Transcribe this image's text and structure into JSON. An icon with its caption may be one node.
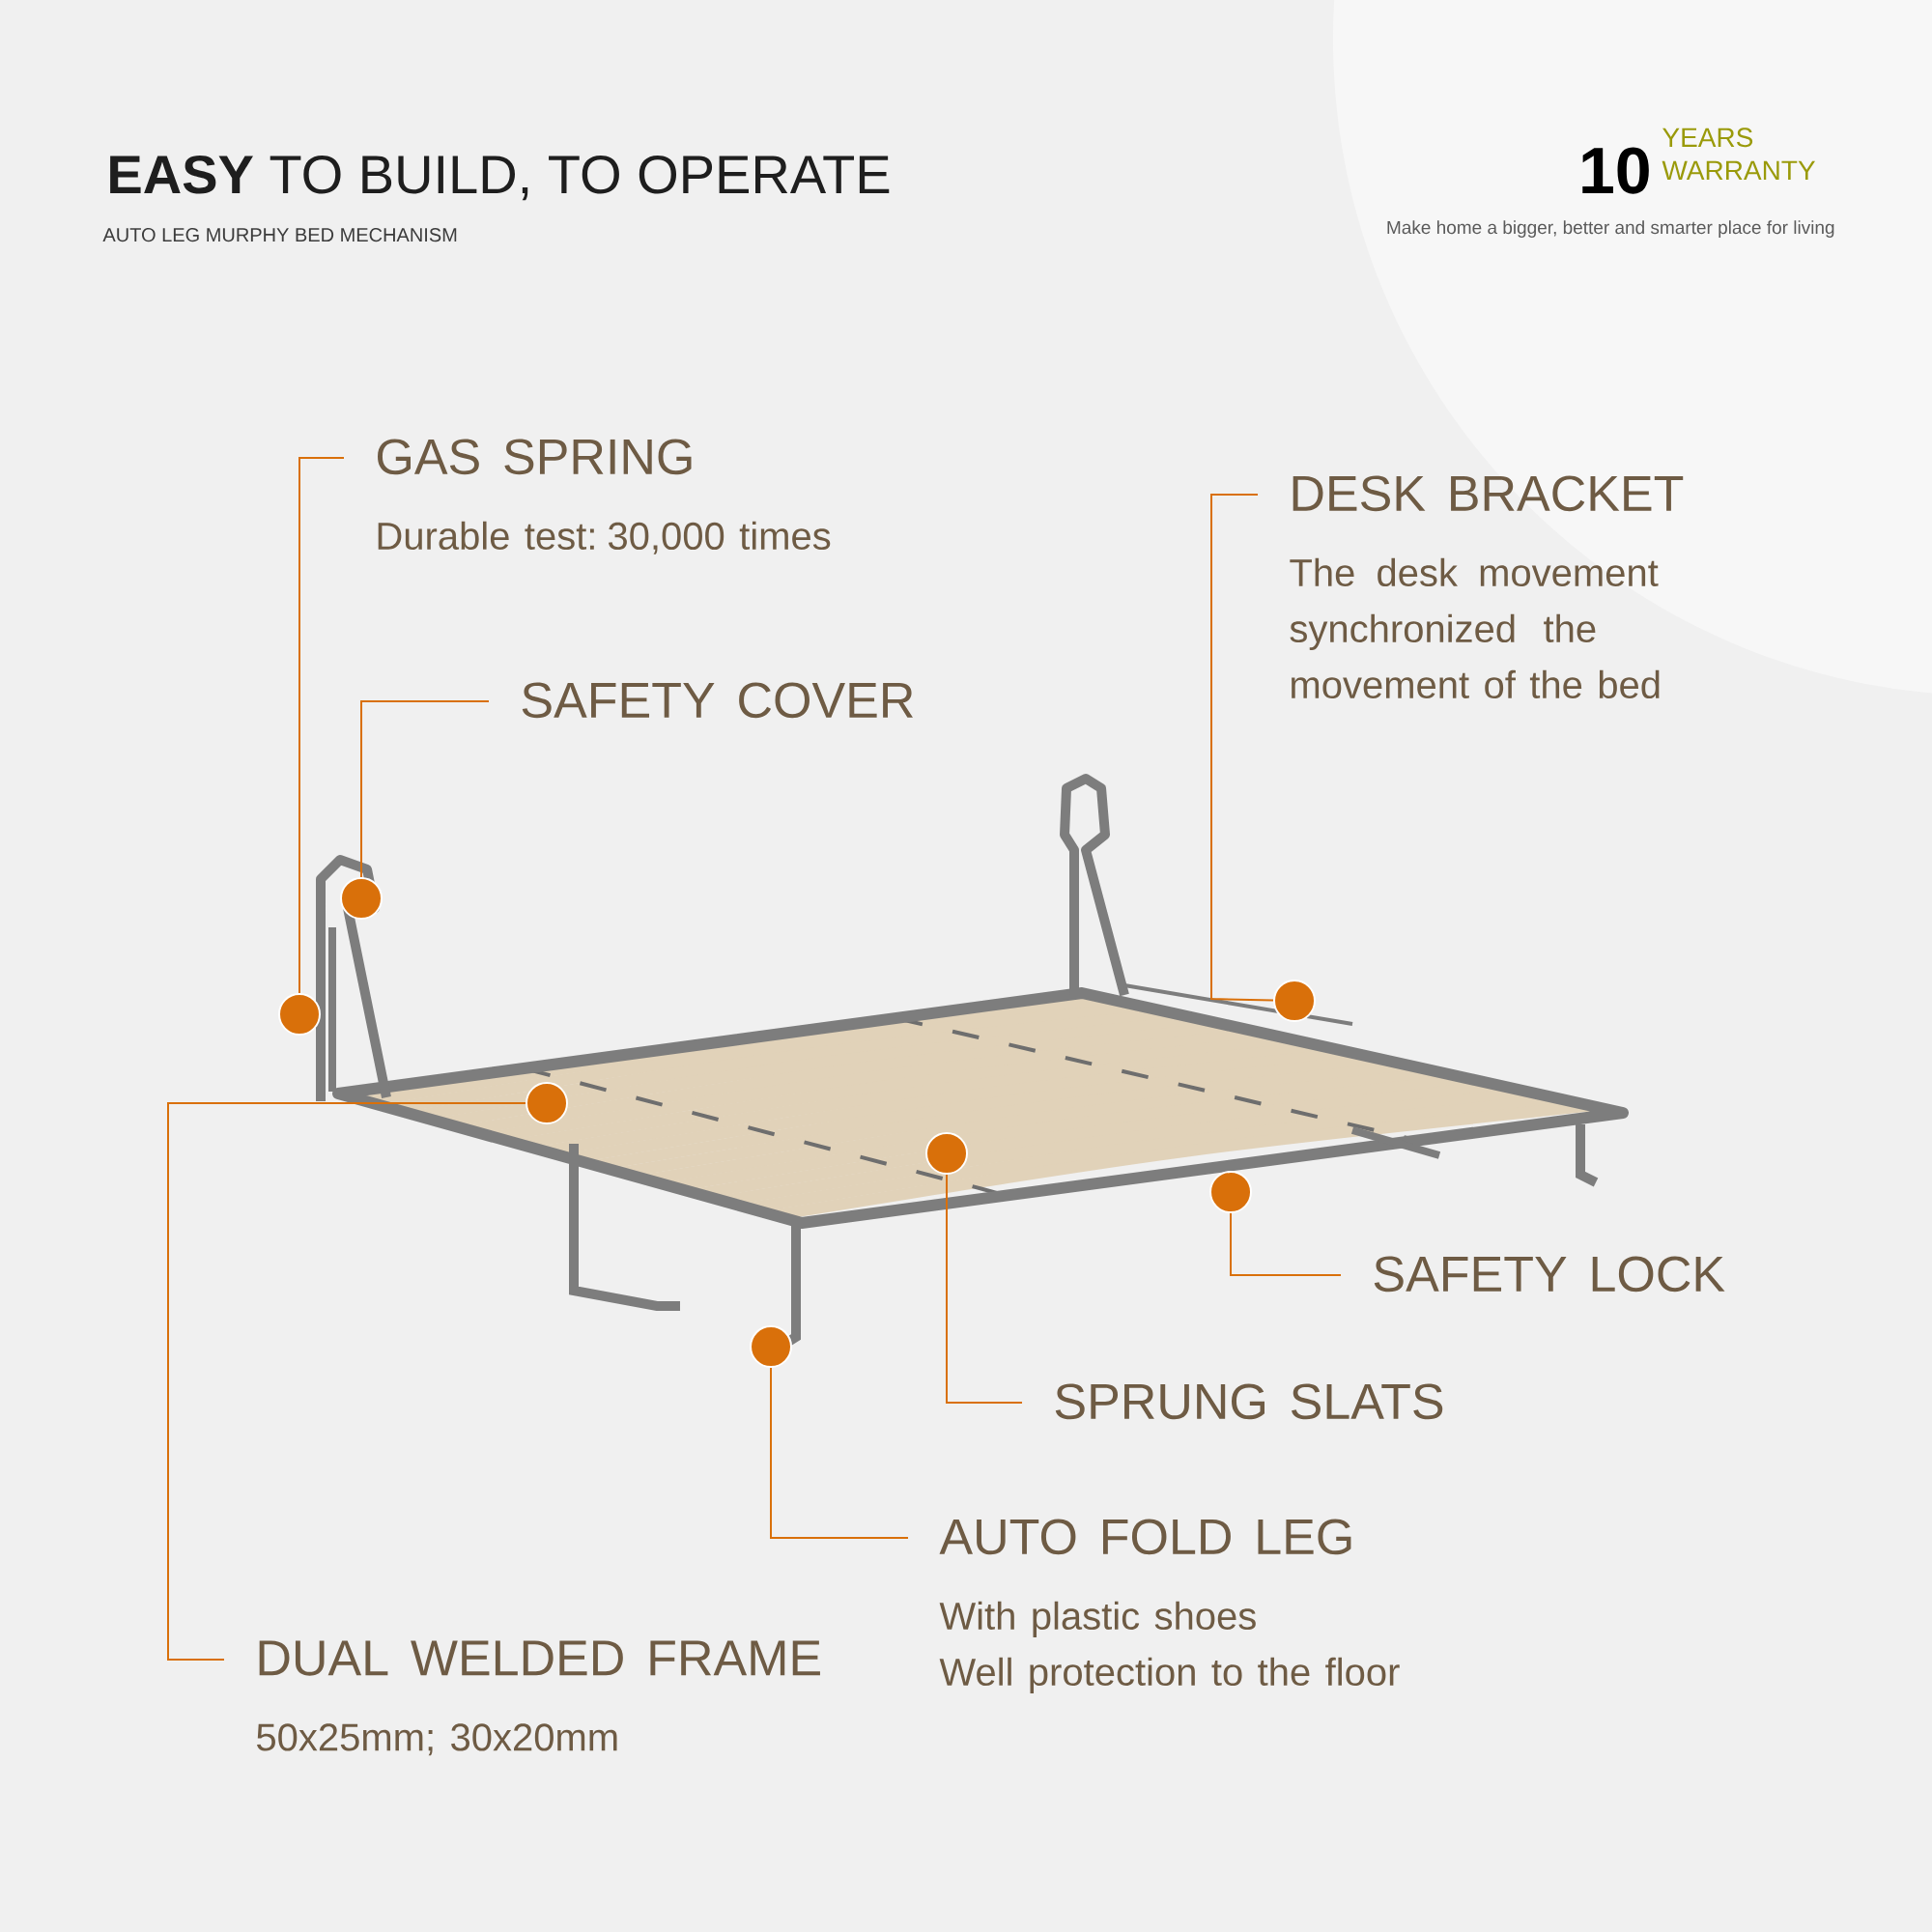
{
  "diagram": {
    "title": "**EASY** TO BUILD, TO OPERATE",
    "nodes": [
      {
        "text": [
          "GAS SPRING",
          "Durable test: 30,000 times"
        ]
      },
      {
        "text": [
          "DESK BRACKET",
          "The desk movement synchronized the movement of the bed"
        ]
      },
      {
        "text": [
          "SAFETY COVER"
        ]
      },
      {
        "text": [
          "SAFETY LOCK"
        ]
      },
      {
        "text": [
          "SPRUNG SLATS"
        ]
      },
      {
        "text": [
          "AUTO FOLD LEG",
          "With plastic shoes",
          "Well protection to the floor"
        ]
      },
      {
        "text": [
          "DUAL WELDED FRAME",
          "50x25mm; 30x20mm"
        ]
      },
      {
        "text": [],
        "shape": "circle"
      },
      {
        "text": [],
        "shape": "circle"
      },
      {
        "text": [],
        "shape": "circle"
      },
      {
        "text": [],
        "shape": "circle"
      },
      {
        "text": [],
        "shape": "circle"
      },
      {
        "text": [],
        "shape": "circle"
      },
      {
        "text": [],
        "shape": "circle"
      }
    ],
    "edges": [
      {
        "from": 0,
        "to": 7,
        "arrow": "none"
      },
      {
        "from": 1,
        "to": 13,
        "arrow": "none"
      },
      {
        "from": 2,
        "to": 8,
        "arrow": "none"
      },
      {
        "from": 3,
        "to": 12,
        "arrow": "none"
      },
      {
        "from": 4,
        "to": 11,
        "arrow": "none"
      },
      {
        "from": 5,
        "to": 10,
        "arrow": "none"
      },
      {
        "from": 6,
        "to": 9,
        "arrow": "none"
      }
    ],
    "labels": [
      "AUTO LEG MURPHY BED MECHANISM",
      "10",
      "YEARS WARRANTY",
      "Make home a bigger, better and smarter place for living"
    ]
  }
}
